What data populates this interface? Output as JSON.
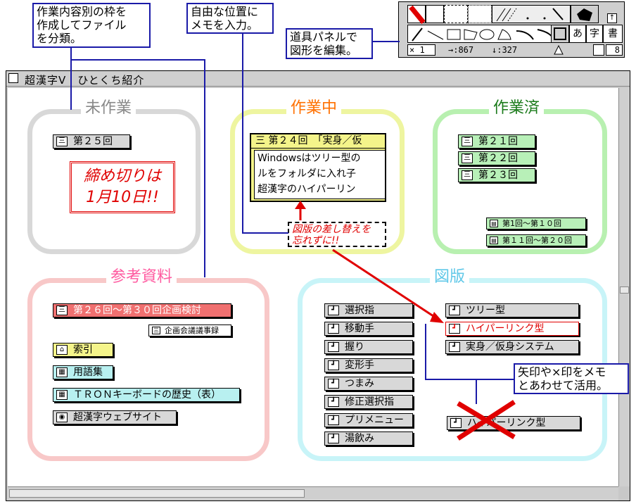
{
  "callouts": {
    "classify": "作業内容別の枠を\n作成してファイル\nを分類。",
    "memo": "自由な位置に\nメモを入力。",
    "toolpanel": "道具パネルで\n図形を編集。",
    "arrows": "矢印や×印をメモ\nとあわせて活用。"
  },
  "toolpanel": {
    "scale": "× 1",
    "pos_x": "→:867",
    "pos_y": "↓:327",
    "text_tools": [
      "あ",
      "字",
      "書"
    ],
    "number": "8",
    "icons": [
      "pen-icon",
      "line-icon",
      "rectangle-icon",
      "polygon-icon",
      "ellipse-icon",
      "sector-icon",
      "arc-icon",
      "curve-icon",
      "selection-icon"
    ]
  },
  "window": {
    "title": "超漢字Ⅴ　ひとくち紹介"
  },
  "groups": {
    "todo": {
      "title": "未作業",
      "color": "#d8d8d8"
    },
    "doing": {
      "title": "作業中",
      "color": "#eef5a0"
    },
    "done": {
      "title": "作業済",
      "color": "#b8f0b0"
    },
    "reference": {
      "title": "参考資料",
      "color": "#f8c8c8"
    },
    "figures": {
      "title": "図版",
      "color": "#c8f4f8"
    }
  },
  "todo": {
    "chip": "第２５回",
    "deadline_line1": "締め切りは",
    "deadline_line2": "1月10日!!"
  },
  "doing": {
    "window_title": "第２４回　「実身／仮",
    "lines": [
      "Windowsはツリー型の",
      "ルをフォルダに入れ子",
      "超漢字のハイパーリン"
    ],
    "memo_line1": "図版の差し替えを",
    "memo_line2": "忘れずに!!"
  },
  "done": {
    "chips": [
      "第２１回",
      "第２２回",
      "第２３回"
    ],
    "small_chips": [
      "第1回〜第１０回",
      "第１１回〜第２０回"
    ]
  },
  "reference": {
    "main": "第２６回〜第３０回企画検討",
    "minutes": "企画会議議事録",
    "index": "索引",
    "glossary": "用語集",
    "tron": "ＴＲＯＮキーボードの歴史（表）",
    "website": "超漢字ウェブサイト"
  },
  "figures": {
    "left": [
      "選択指",
      "移動手",
      "握り",
      "変形手",
      "つまみ",
      "修正選択指",
      "プリメニュー",
      "湯飲み"
    ],
    "right": [
      "ツリー型",
      "ハイパーリンク型",
      "実身／仮身システム"
    ],
    "crossed": "ハイパーリンク型"
  },
  "colors": {
    "callout_border": "#1a1aa8",
    "arrow_red": "#e00000",
    "title_todo": "#888888",
    "title_doing": "#ff7000",
    "title_done": "#1a7a1a",
    "title_reference": "#ff5aa0",
    "title_figures": "#60c8e8"
  }
}
